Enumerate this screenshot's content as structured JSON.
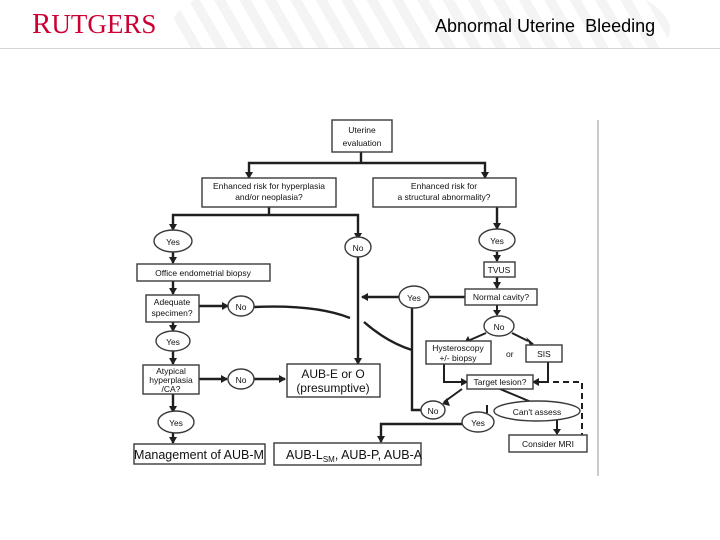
{
  "header": {
    "logo_text_first": "R",
    "logo_text_rest": "UTGERS",
    "title": "Abnormal Uterine  Bleeding",
    "logo_color": "#cc0033"
  },
  "flowchart": {
    "uterine_evaluation": [
      "Uterine",
      "evaluation"
    ],
    "risk_hyperplasia": [
      "Enhanced risk for hyperplasia",
      "and/or neoplasia?"
    ],
    "risk_structural": [
      "Enhanced risk for",
      "a structural abnormality?"
    ],
    "yes_left": "Yes",
    "no_middle": "No",
    "yes_right": "Yes",
    "office_biopsy": "Office endometrial biopsy",
    "tvus": "TVUS",
    "adequate_specimen": [
      "Adequate",
      "specimen?"
    ],
    "no_specimen": "No",
    "yes_normal": "Yes",
    "normal_cavity": "Normal cavity?",
    "yes_specimen": "Yes",
    "no_cavity": "No",
    "hysteroscopy": [
      "Hysteroscopy",
      "+/- biopsy"
    ],
    "or_label": "or",
    "sis": "SIS",
    "atypical": [
      "Atypical",
      "hyperplasia",
      "/CA?"
    ],
    "no_atypical": "No",
    "aub_e_o": [
      "AUB-E or O",
      "(presumptive)"
    ],
    "target_lesion": "Target lesion?",
    "no_target": "No",
    "cant_assess": "Can't assess",
    "yes_atypical": "Yes",
    "yes_target": "Yes",
    "consider_mri": "Consider MRI",
    "management": "Management of AUB-M",
    "aub_l_main": "AUB-L",
    "aub_l_sub": "SM",
    "aub_rest": ", AUB-P, AUB-A"
  }
}
